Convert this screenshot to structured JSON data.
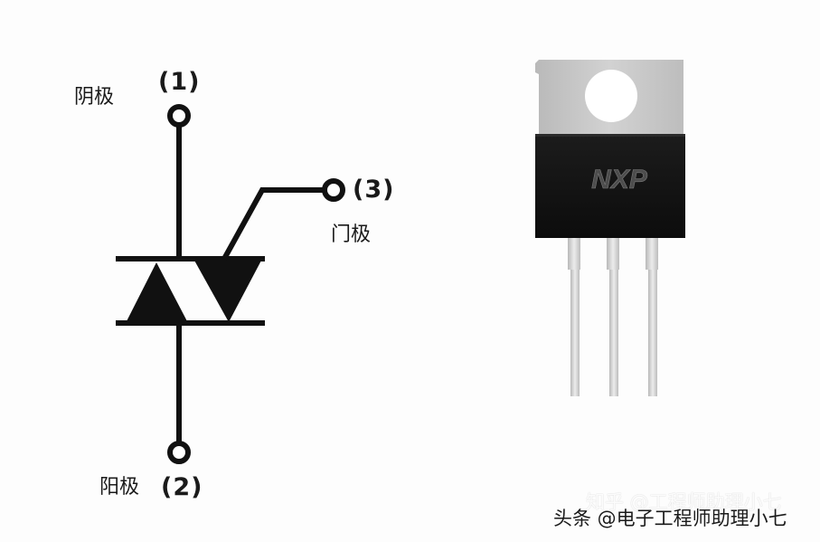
{
  "symbol": {
    "cathode": {
      "pin": "(1)",
      "name": "阴极"
    },
    "gate": {
      "pin": "(3)",
      "name": "门极"
    },
    "anode": {
      "pin": "(2)",
      "name": "阳极"
    }
  },
  "package": {
    "brand": "NXP"
  },
  "watermark": {
    "line1": "知乎 @工程师助理小七",
    "line2": "头条 @电子工程师助理小七"
  },
  "colors": {
    "ink": "#111111",
    "tab": "#c2c2c2",
    "body": "#141414",
    "lead": "#d6d6d6"
  }
}
